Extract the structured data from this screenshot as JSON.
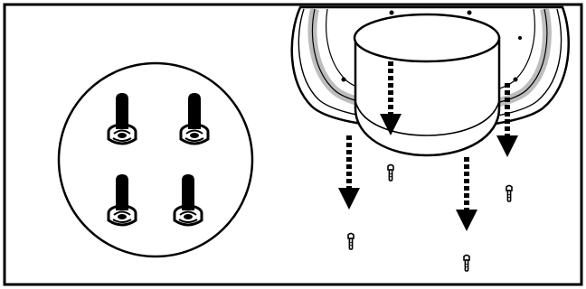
{
  "diagram": {
    "parts": [
      {
        "id": "screw-detail-inset",
        "label": ""
      },
      {
        "id": "mounting-base",
        "label": ""
      }
    ],
    "screw_count": 4,
    "screws": [
      {
        "id": "screw-1",
        "direction": "down"
      },
      {
        "id": "screw-2",
        "direction": "down"
      },
      {
        "id": "screw-3",
        "direction": "down"
      },
      {
        "id": "screw-4",
        "direction": "down"
      }
    ],
    "icons": [
      "screw-icon",
      "down-arrow-icon"
    ],
    "colors": {
      "stroke": "#000000",
      "fill": "#ffffff",
      "shade": "#bdbdbd"
    }
  }
}
